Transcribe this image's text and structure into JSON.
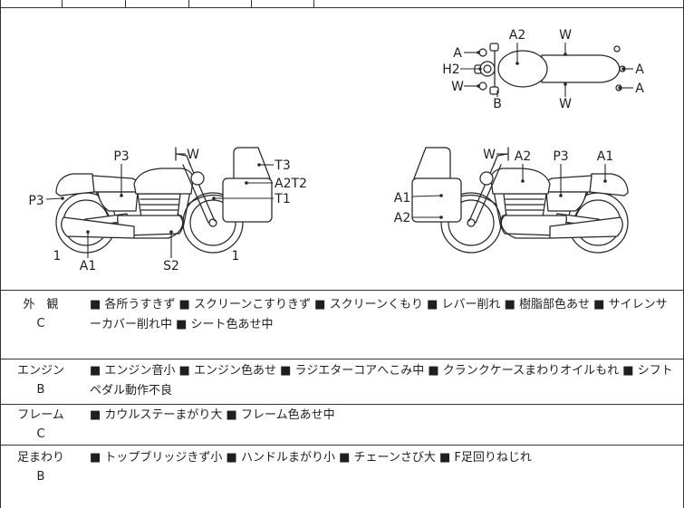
{
  "diagram": {
    "top_view_labels": [
      "A2",
      "W",
      "A",
      "H2",
      "W",
      "B",
      "W",
      "A",
      "A"
    ],
    "left_view_labels": [
      "P3",
      "W",
      "T3",
      "A2T2",
      "T1",
      "P3",
      "1",
      "A1",
      "S2",
      "1"
    ],
    "right_view_labels": [
      "W",
      "A2",
      "P3",
      "A1",
      "A1",
      "A2"
    ]
  },
  "sections": [
    {
      "name": "外　観",
      "grade": "C",
      "remarks": "■ 各所うすきず ■ スクリーンこすりきず ■ スクリーンくもり ■ レバー削れ ■ 樹脂部色あせ ■ サイレンサーカバー削れ中 ■ シート色あせ中"
    },
    {
      "name": "エンジン",
      "grade": "B",
      "remarks": "■ エンジン音小 ■ エンジン色あせ ■ ラジエターコアへこみ中 ■ クランクケースまわりオイルもれ ■ シフトペダル動作不良"
    },
    {
      "name": "フレーム",
      "grade": "C",
      "remarks": "■ カウルステーまがり大 ■ フレーム色あせ中"
    },
    {
      "name": "足まわり",
      "grade": "B",
      "remarks": "■ トップブリッジきず小 ■ ハンドルまがり小 ■ チェーンさび大 ■ F足回りねじれ"
    }
  ]
}
